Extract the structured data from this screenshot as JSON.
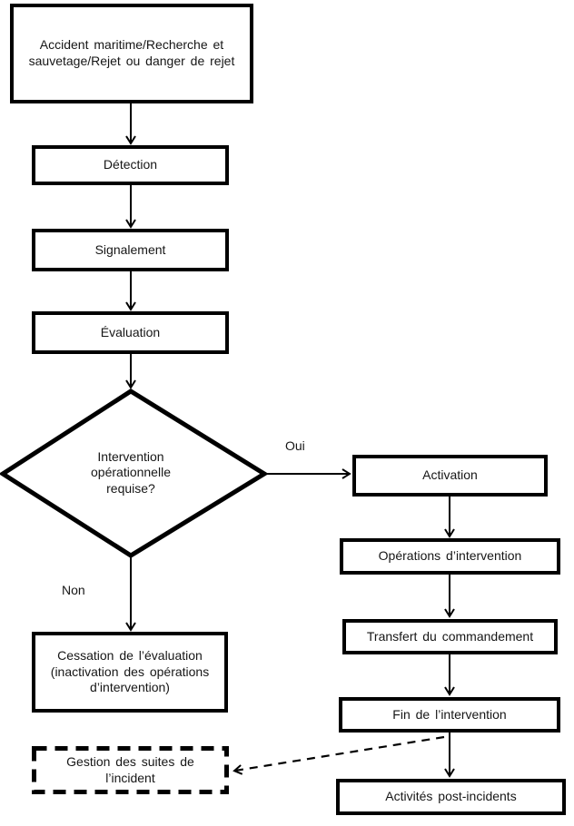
{
  "diagram": {
    "type": "flowchart",
    "language": "fr",
    "colors": {
      "stroke": "#000000",
      "text": "#161616",
      "background": "#ffffff"
    },
    "nodes": {
      "start": "Accident maritime/Recherche et sauvetage/Rejet ou danger de rejet",
      "detection": "Détection",
      "signalement": "Signalement",
      "evaluation": "Évaluation",
      "decision": "Intervention opérationnelle requise?",
      "activation": "Activation",
      "operations": "Opérations d’intervention",
      "transfert": "Transfert du commandement",
      "fin": "Fin de l’intervention",
      "post_incidents": "Activités post-incidents",
      "cessation": "Cessation de l’évaluation (inactivation des opérations d’intervention)",
      "gestion": "Gestion des suites de l’incident"
    },
    "edges": [
      {
        "from": "start",
        "to": "detection",
        "style": "solid",
        "label": ""
      },
      {
        "from": "detection",
        "to": "signalement",
        "style": "solid",
        "label": ""
      },
      {
        "from": "signalement",
        "to": "evaluation",
        "style": "solid",
        "label": ""
      },
      {
        "from": "evaluation",
        "to": "decision",
        "style": "solid",
        "label": ""
      },
      {
        "from": "decision",
        "to": "activation",
        "style": "solid",
        "label": "Oui"
      },
      {
        "from": "decision",
        "to": "cessation",
        "style": "solid",
        "label": "Non"
      },
      {
        "from": "activation",
        "to": "operations",
        "style": "solid",
        "label": ""
      },
      {
        "from": "operations",
        "to": "transfert",
        "style": "solid",
        "label": ""
      },
      {
        "from": "transfert",
        "to": "fin",
        "style": "solid",
        "label": ""
      },
      {
        "from": "fin",
        "to": "post_incidents",
        "style": "solid",
        "label": ""
      },
      {
        "from": "fin",
        "to": "gestion",
        "style": "dashed",
        "label": ""
      }
    ]
  }
}
